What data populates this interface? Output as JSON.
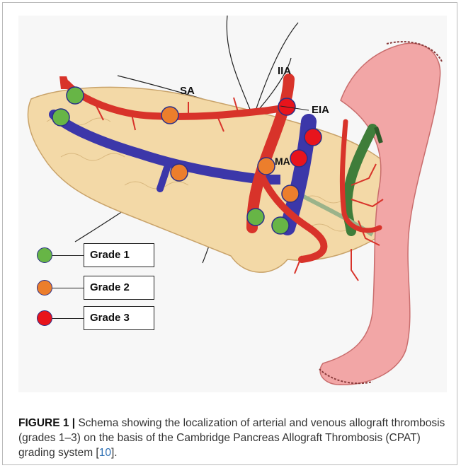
{
  "labels": {
    "sa": "SA",
    "iia": "IIA",
    "eia": "EIA",
    "ma": "MA"
  },
  "legend": [
    {
      "label": "Grade 1",
      "color": "#67b546"
    },
    {
      "label": "Grade 2",
      "color": "#ec7e2c"
    },
    {
      "label": "Grade 3",
      "color": "#e8141c"
    }
  ],
  "colors": {
    "artery": "#d8332a",
    "vein": "#3c37a9",
    "pancreas": "#f3d9a7",
    "duodenum": "#f2a6a6",
    "bile_duct": "#3f7d3a",
    "background": "#f7f7f7"
  },
  "caption": {
    "figure_label": "FIGURE 1 |",
    "text_before_ref": " Schema showing the localization of arterial and venous allograft thrombosis (grades 1–3) on the basis of the Cambridge Pancreas Allograft Thrombosis (CPAT) grading system [",
    "ref": "10",
    "text_after_ref": "]."
  }
}
